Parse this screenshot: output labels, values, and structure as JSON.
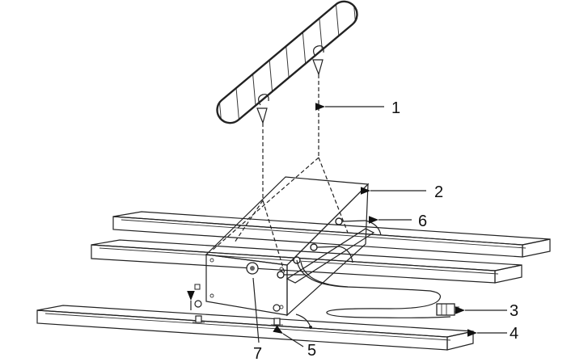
{
  "callouts": {
    "c1": "1",
    "c2": "2",
    "c3": "3",
    "c4": "4",
    "c5": "5",
    "c6": "6",
    "c7": "7"
  },
  "colors": {
    "ink": "#222222",
    "paper": "#ffffff",
    "panel_fill": "#f4f4f4"
  }
}
